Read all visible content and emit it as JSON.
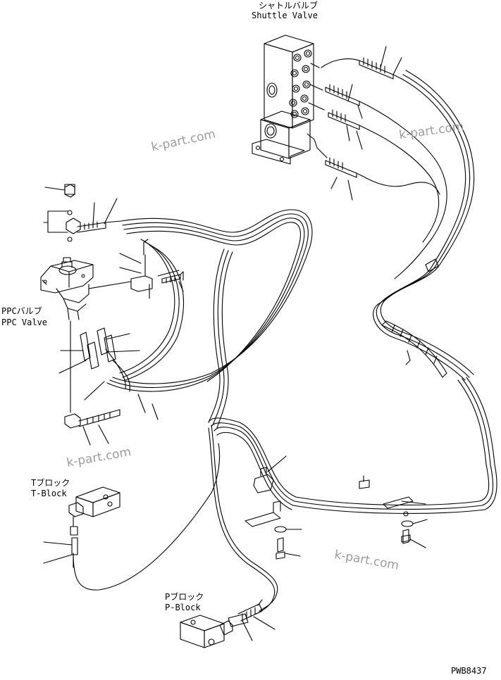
{
  "labels": {
    "shuttle_valve_jp": "シャトルバルブ",
    "shuttle_valve_en": "Shuttle Valve",
    "ppc_valve_jp": "PPCバルブ",
    "ppc_valve_en": "PPC Valve",
    "t_block_jp": "Tブロック",
    "t_block_en": "T-Block",
    "p_block_jp": "Pブロック",
    "p_block_en": "P-Block"
  },
  "watermarks": [
    "k-part.com",
    "k-part.com",
    "k-part.com",
    "k-part.com"
  ],
  "drawing_code": "PWB8437"
}
